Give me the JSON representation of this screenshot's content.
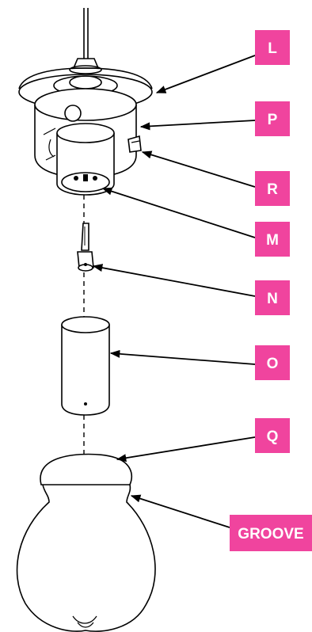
{
  "labels": {
    "L": "L",
    "P": "P",
    "R": "R",
    "M": "M",
    "N": "N",
    "O": "O",
    "Q": "Q",
    "GROOVE": "GROOVE"
  },
  "colors": {
    "label_background": "#f0449e",
    "label_text": "#ffffff",
    "line_art": "#000000"
  }
}
